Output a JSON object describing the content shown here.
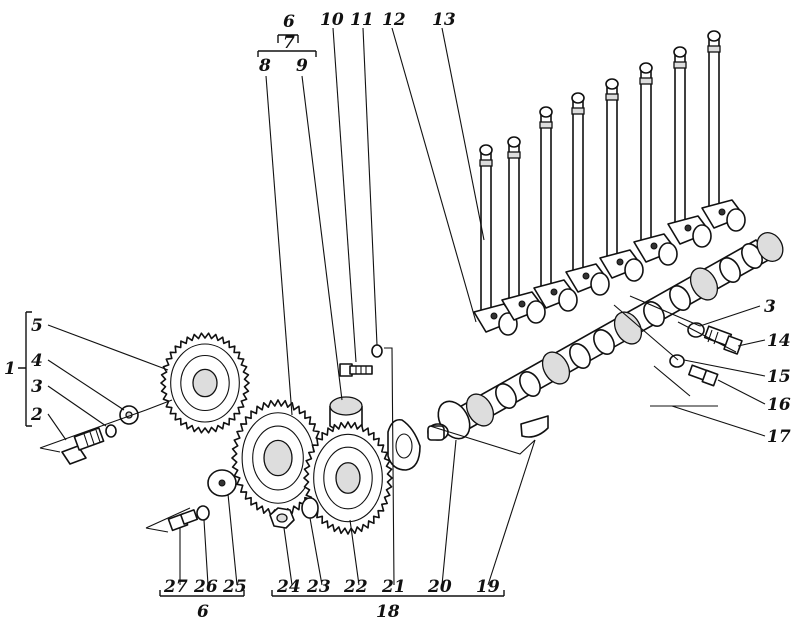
{
  "labels": {
    "l1": "1",
    "l2": "2",
    "l3": "3",
    "l4": "4",
    "l5": "5",
    "l6top": "6",
    "l7": "7",
    "l8": "8",
    "l9": "9",
    "l10": "10",
    "l11": "11",
    "l12": "12",
    "l13": "13",
    "l3r": "3",
    "l14": "14",
    "l15": "15",
    "l16": "16",
    "l17": "17",
    "l19": "19",
    "l20": "20",
    "l21": "21",
    "l22": "22",
    "l23": "23",
    "l24": "24",
    "l25": "25",
    "l26": "26",
    "l27": "27",
    "l6bottom": "6",
    "l18": "18"
  }
}
